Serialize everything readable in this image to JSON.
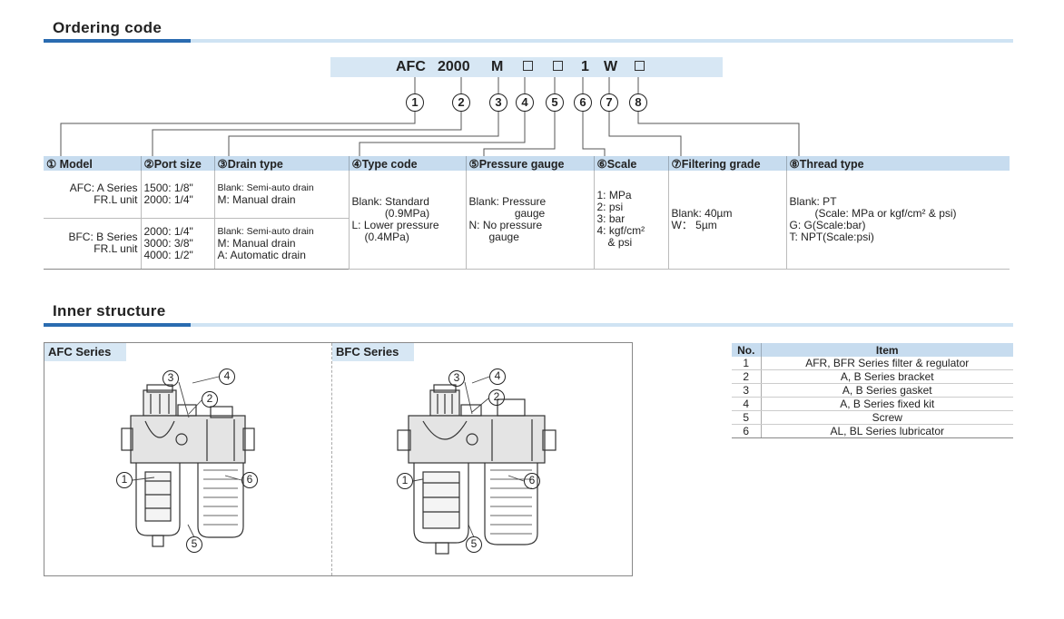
{
  "ordering": {
    "title": "Ordering code",
    "code": [
      "AFC",
      "2000",
      "M",
      "1",
      "W"
    ],
    "markers": [
      "1",
      "2",
      "3",
      "4",
      "5",
      "6",
      "7",
      "8"
    ],
    "headers": [
      "① Model",
      "②Port size",
      "③Drain type",
      "④Type code",
      "⑤Pressure gauge",
      "⑥Scale",
      "⑦Filtering grade",
      "⑧Thread type"
    ],
    "model_a": [
      "AFC: A Series",
      "FR.L unit"
    ],
    "model_b": [
      "BFC: B Series",
      "FR.L unit"
    ],
    "port_a": [
      "1500: 1/8\"",
      "2000: 1/4\""
    ],
    "port_b": [
      "2000: 1/4\"",
      "3000: 3/8\"",
      "4000: 1/2\""
    ],
    "drain_a": [
      "Blank: Semi-auto drain",
      "M: Manual drain"
    ],
    "drain_b": [
      "Blank: Semi-auto drain",
      "M: Manual drain",
      "A: Automatic drain"
    ],
    "type_code": [
      "Blank: Standard",
      "(0.9MPa)",
      "L: Lower pressure",
      "(0.4MPa)"
    ],
    "gauge": [
      "Blank: Pressure",
      "gauge",
      "N: No pressure",
      "gauge"
    ],
    "scale": [
      "1: MPa",
      "2: psi",
      "3: bar",
      "4: kgf/cm²",
      "& psi"
    ],
    "filter": [
      "Blank: 40µm",
      "W： 5µm"
    ],
    "thread": [
      "Blank: PT",
      "(Scale: MPa or  kgf/cm² & psi)",
      "G: G(Scale:bar)",
      "T: NPT(Scale:psi)"
    ]
  },
  "structure": {
    "title": "Inner structure",
    "afc_label": "AFC Series",
    "bfc_label": "BFC Series",
    "callouts": [
      "1",
      "2",
      "3",
      "4",
      "5",
      "6"
    ],
    "table_headers": [
      "No.",
      "Item"
    ],
    "items": [
      {
        "no": "1",
        "item": "AFR, BFR Series filter & regulator"
      },
      {
        "no": "2",
        "item": "A, B Series bracket"
      },
      {
        "no": "3",
        "item": "A, B Series gasket"
      },
      {
        "no": "4",
        "item": "A, B Series fixed kit"
      },
      {
        "no": "5",
        "item": "Screw"
      },
      {
        "no": "6",
        "item": "AL, BL Series lubricator"
      }
    ]
  }
}
